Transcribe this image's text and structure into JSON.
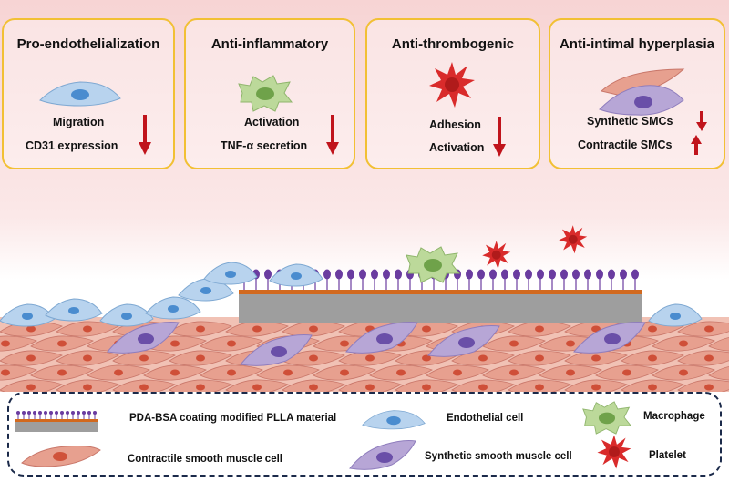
{
  "panels": [
    {
      "title": "Pro-endothelialization",
      "lines": [
        "Migration",
        "CD31 expression"
      ],
      "trend": "down"
    },
    {
      "title": "Anti-inflammatory",
      "lines": [
        "Activation",
        "TNF-α secretion"
      ],
      "trend": "down"
    },
    {
      "title": "Anti-thrombogenic",
      "lines": [
        "Adhesion",
        "Activation"
      ],
      "trend": "down"
    },
    {
      "title": "Anti-intimal hyperplasia",
      "lines": [
        "Synthetic  SMCs",
        "Contractile  SMCs"
      ],
      "trends": [
        "down",
        "up"
      ]
    }
  ],
  "legend": {
    "coating": "PDA-BSA coating modified PLLA material",
    "endothelial": "Endothelial cell",
    "macrophage": "Macrophage",
    "contractile": "Contractile smooth muscle cell",
    "synthetic": "Synthetic smooth muscle cell",
    "platelet": "Platelet"
  },
  "colors": {
    "panel_border": "#f2c034",
    "arrow": "#c0141c",
    "endothelial": "#b8d3ee",
    "macrophage": "#bcd99a",
    "platelet": "#d92b2b",
    "contractile": "#e7a08f",
    "synthetic": "#b7a6d6",
    "coating_top": "#6a3ca0",
    "coating_layer": "#d2691e",
    "material": "#9e9e9e"
  }
}
